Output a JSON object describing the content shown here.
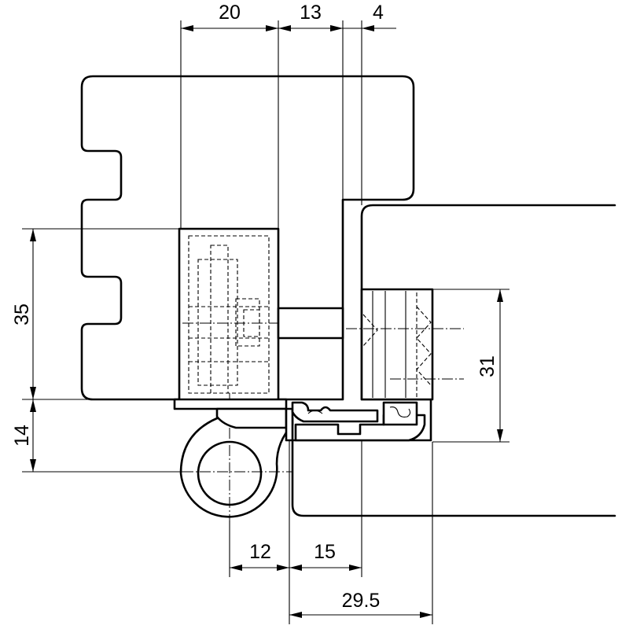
{
  "drawing": {
    "dimensions": {
      "top_20": "20",
      "top_13": "13",
      "top_4": "4",
      "left_35": "35",
      "left_14": "14",
      "right_31": "31",
      "bottom_12": "12",
      "bottom_15": "15",
      "bottom_29_5": "29.5"
    }
  }
}
